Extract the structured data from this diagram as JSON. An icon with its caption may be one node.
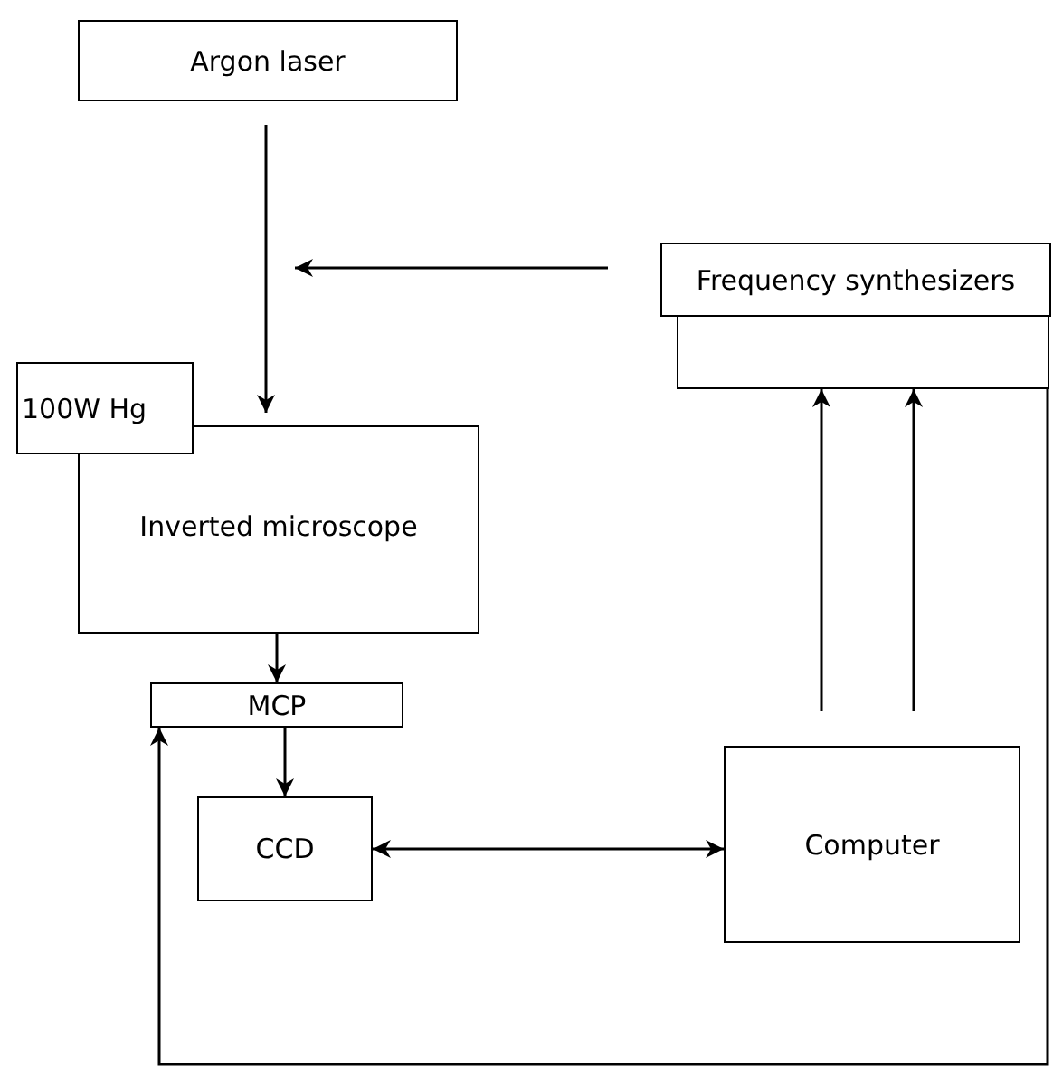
{
  "diagram": {
    "nodes": [
      {
        "text": [
          "Argon laser"
        ]
      },
      {
        "text": [
          "Frequency synthesizers"
        ]
      },
      {
        "text": [],
        "shape": "box"
      },
      {
        "text": [
          "100W Hg"
        ]
      },
      {
        "text": [
          "Inverted microscope"
        ]
      },
      {
        "text": [
          "MCP"
        ]
      },
      {
        "text": [
          "CCD"
        ]
      },
      {
        "text": [
          "Computer"
        ]
      }
    ],
    "edges": [
      {
        "from": 0,
        "to": 4,
        "arrow": "to"
      },
      {
        "from": 1,
        "to": null,
        "arrow": "to"
      },
      {
        "from": 7,
        "to": 2,
        "arrow": "to"
      },
      {
        "from": 7,
        "to": 2,
        "arrow": "to"
      },
      {
        "from": 4,
        "to": 5,
        "arrow": "to"
      },
      {
        "from": 5,
        "to": 6,
        "arrow": "to"
      },
      {
        "from": 6,
        "to": 7,
        "arrow": "both"
      },
      {
        "from": 2,
        "to": 5,
        "arrow": "to"
      }
    ]
  }
}
